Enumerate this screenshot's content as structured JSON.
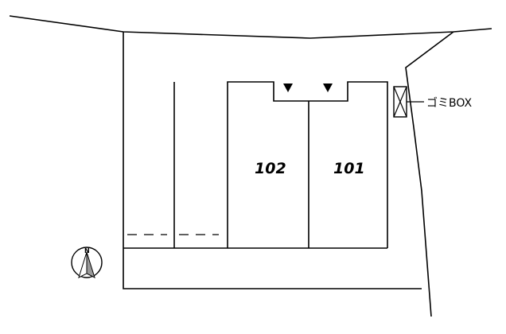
{
  "units": [
    {
      "label": "102"
    },
    {
      "label": "101"
    }
  ],
  "garbage_box": {
    "label": "ゴミBOX",
    "icon": "crossed-box-icon"
  },
  "north_arrow": {
    "label": "N",
    "icon": "north-arrow-icon"
  },
  "entrance_markers": {
    "icon": "triangle-down-icon",
    "count": 2
  },
  "colors": {
    "line": "#000000",
    "background": "#ffffff",
    "arrow_shade": "#999999"
  }
}
